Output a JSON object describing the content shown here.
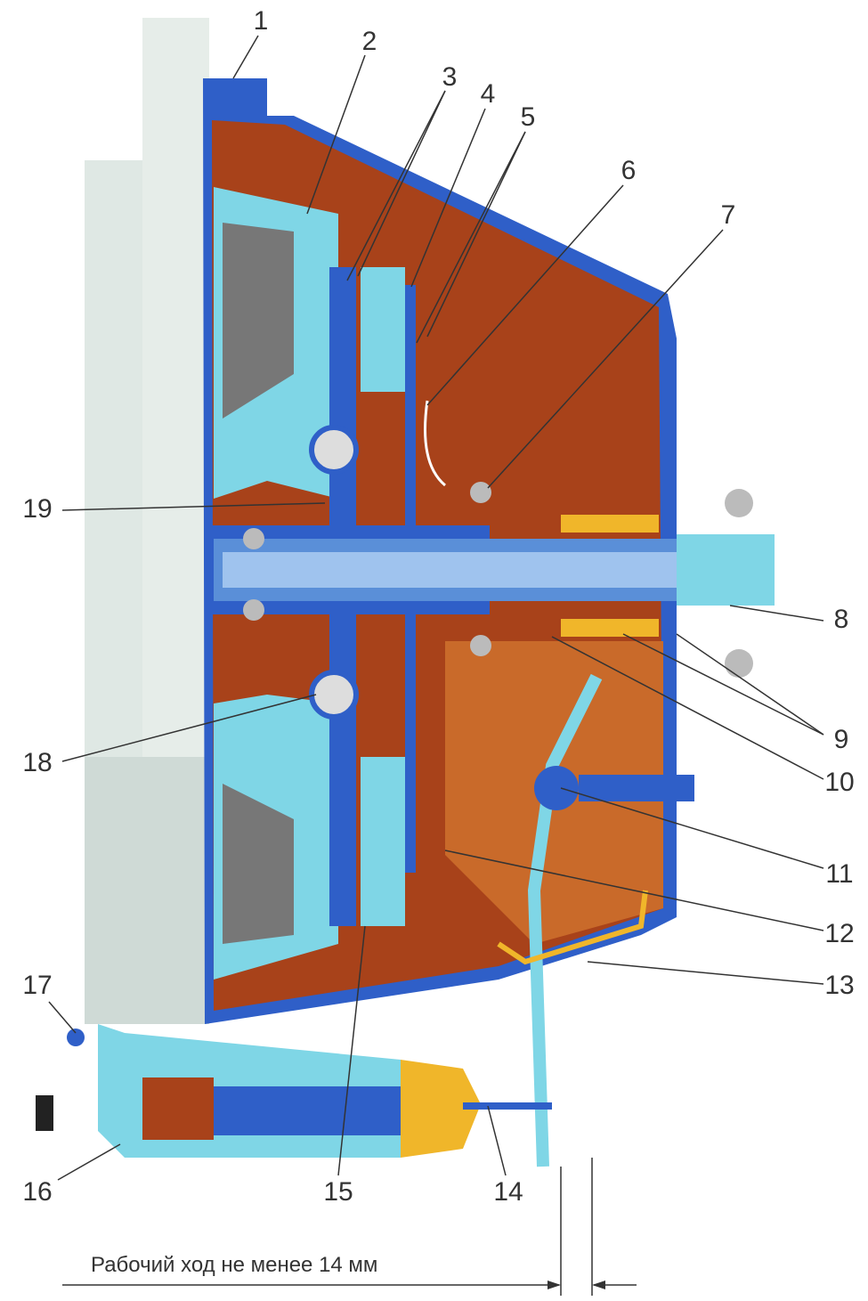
{
  "labels": [
    "1",
    "2",
    "3",
    "4",
    "5",
    "6",
    "7",
    "8",
    "9",
    "10",
    "11",
    "12",
    "13",
    "14",
    "15",
    "16",
    "17",
    "18",
    "19"
  ],
  "caption": "Рабочий ход не менее 14 мм",
  "colors": {
    "housing": "#a8421a",
    "housing_light": "#c96a2a",
    "blue": "#2f5fc8",
    "cyan": "#7fd6e6",
    "engine": "#d8e4e0",
    "yellow": "#f0b62a"
  }
}
